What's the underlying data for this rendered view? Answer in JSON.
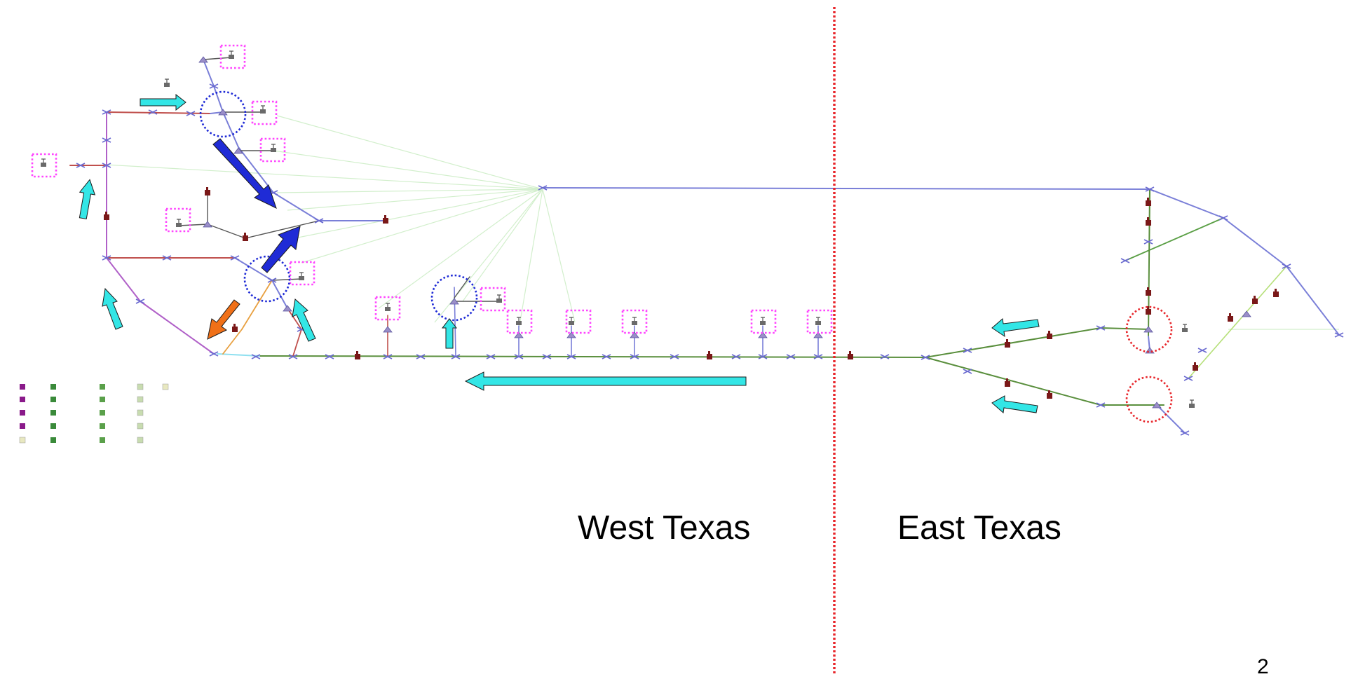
{
  "labels": {
    "west": "West Texas",
    "east": "East Texas",
    "page_number": "2"
  },
  "colors": {
    "divider": "#e8262b",
    "cyan_arrow": "#33e6e6",
    "blue_arrow": "#1f2bd6",
    "orange_arrow": "#f07018",
    "pink_box": "#ff44ff",
    "blue_circle": "#1f2bd6",
    "red_circle": "#e8262b",
    "line_blue": "#7a7fd8",
    "line_green": "#5a8f3d",
    "line_red": "#c0504d",
    "line_purple": "#b060c8",
    "line_cyan": "#8fe0f0",
    "line_faint_green": "#cfeec8"
  }
}
